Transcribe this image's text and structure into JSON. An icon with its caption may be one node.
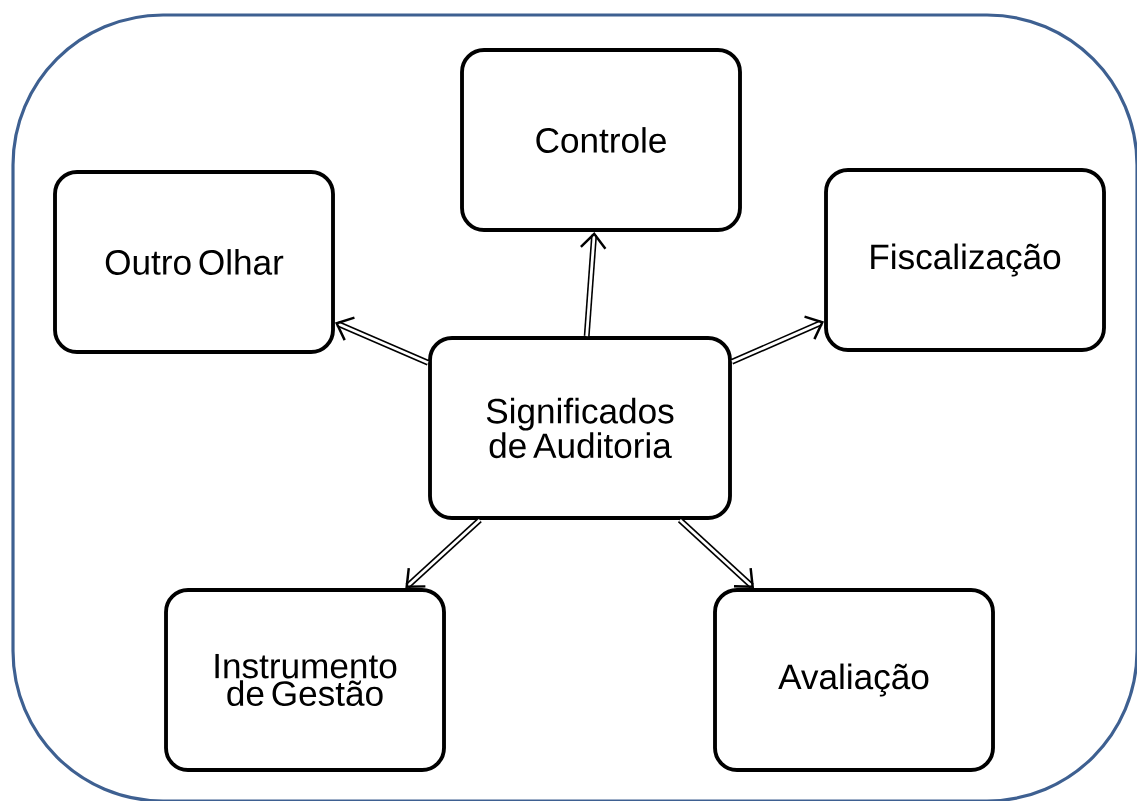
{
  "diagram": {
    "nodes": [
      {
        "text": [],
        "shape": "box"
      },
      {
        "text": [
          "Controle"
        ],
        "in": 0
      },
      {
        "text": [
          "Outro Olhar"
        ],
        "in": 0
      },
      {
        "text": [
          "Fiscalização"
        ],
        "in": 0
      },
      {
        "text": [
          "Significados de Auditoria"
        ],
        "in": 0
      },
      {
        "text": [
          "Instrumento de Gestão"
        ],
        "in": 0
      },
      {
        "text": [
          "Avaliação"
        ],
        "in": 0
      }
    ],
    "edges": [
      {
        "from": 4,
        "to": 1,
        "arrow": "to"
      },
      {
        "from": 4,
        "to": 2,
        "arrow": "to"
      },
      {
        "from": 4,
        "to": 3,
        "arrow": "to"
      },
      {
        "from": 4,
        "to": 5,
        "arrow": "to"
      },
      {
        "from": 4,
        "to": 6,
        "arrow": "to"
      }
    ]
  }
}
